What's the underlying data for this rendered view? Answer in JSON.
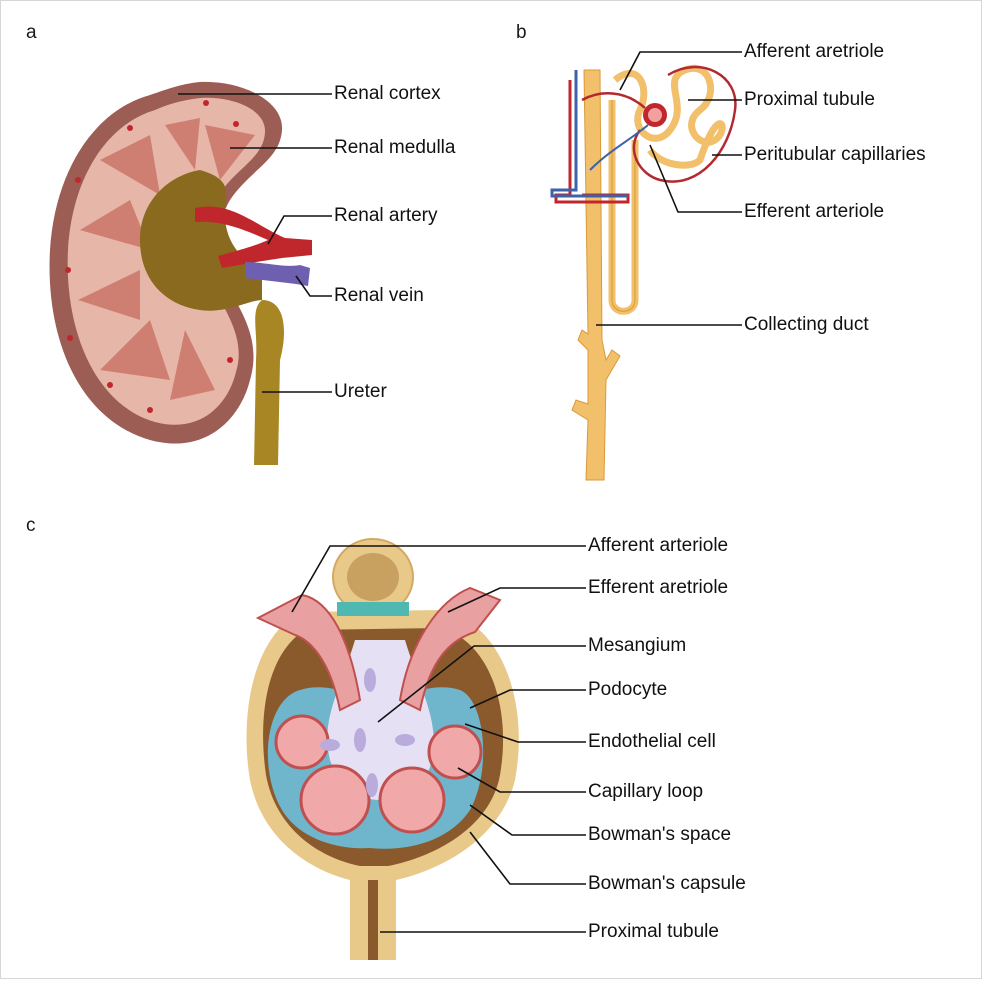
{
  "panels": {
    "a": {
      "letter": "a",
      "labels": [
        "Renal cortex",
        "Renal medulla",
        "Renal artery",
        "Renal vein",
        "Ureter"
      ]
    },
    "b": {
      "letter": "b",
      "labels": [
        "Afferent aretriole",
        "Proximal tubule",
        "Peritubular capillaries",
        "Efferent arteriole",
        "Collecting duct"
      ]
    },
    "c": {
      "letter": "c",
      "labels": [
        "Afferent arteriole",
        "Efferent aretriole",
        "Mesangium",
        "Podocyte",
        "Endothelial cell",
        "Capillary loop",
        "Bowman's space",
        "Bowman's capsule",
        "Proximal tubule"
      ]
    }
  },
  "colors": {
    "cortex": "#a8685f",
    "medulla": "#d48c7e",
    "pelvis": "#8a6a1e",
    "artery": "#c0272d",
    "vein": "#6f5fb0",
    "tubule": "#f2c06b",
    "capsule": "#e8c98a",
    "space": "#8a5a2c",
    "podocyte": "#6fb6cc",
    "capillary": "#f0a8a8",
    "mesangium": "#e6e0f5"
  }
}
